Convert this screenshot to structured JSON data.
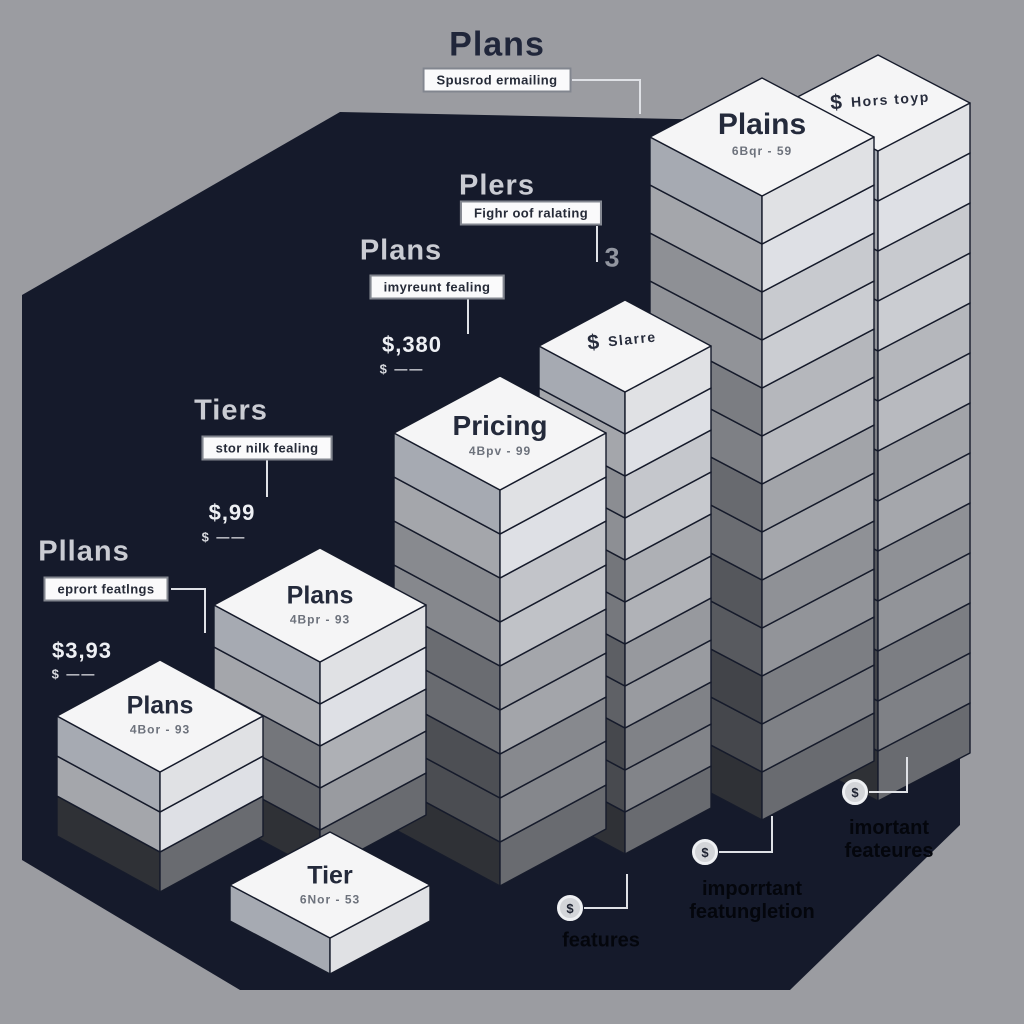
{
  "canvas": {
    "bg": "#9b9ca1",
    "panel": "#151a2b"
  },
  "top_group": {
    "heading": "Plans",
    "callout": "Spusrod ermailing"
  },
  "groups": [
    {
      "heading": "Plers",
      "callout": "Fighr oof ralating",
      "extra": "3"
    },
    {
      "heading": "Plans",
      "callout": "imyreunt fealing",
      "price": "$,380",
      "price_sub": "$ ——"
    },
    {
      "heading": "Tiers",
      "callout": "stor nilk fealing",
      "price": "$,99",
      "price_sub": "$ ——"
    },
    {
      "heading": "Pllans",
      "callout": "eprort featlngs",
      "price": "$3,93",
      "price_sub": "$ ——"
    }
  ],
  "stacks": [
    {
      "name": "plans-small",
      "title": "Plans",
      "subtitle": "4Bor - 93",
      "blocks": 3
    },
    {
      "name": "tiers-main",
      "title": "Plans",
      "subtitle": "4Bpr - 93",
      "blocks": 5
    },
    {
      "name": "tier-block",
      "title": "Tier",
      "subtitle": "6Nor - 53",
      "blocks": 1
    },
    {
      "name": "pricing",
      "title": "Pricing",
      "subtitle": "4Bpv - 99",
      "blocks": 9
    },
    {
      "name": "store",
      "title": "$",
      "subtitle": "Slarre",
      "blocks": 11
    },
    {
      "name": "plains-front",
      "title": "Plains",
      "subtitle": "6Bqr - 59",
      "blocks": 13
    },
    {
      "name": "more-back",
      "title": "$",
      "subtitle": "Hors toyp",
      "blocks": 13
    }
  ],
  "annotations": [
    {
      "icon": "$",
      "line1": "features",
      "line2": ""
    },
    {
      "icon": "$",
      "line1": "imporrtant",
      "line2": "featungletion"
    },
    {
      "icon": "$",
      "line1": "imortant",
      "line2": "feateures"
    }
  ]
}
